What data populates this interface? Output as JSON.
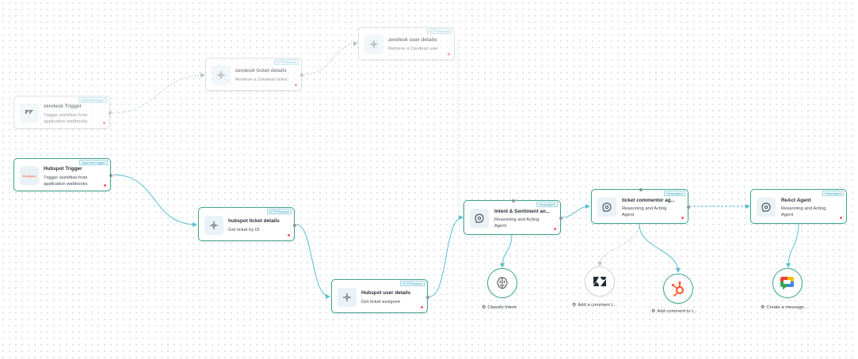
{
  "colors": {
    "active_border": "#3aa68b",
    "edge": "#5bbfcf",
    "error_dot": "#f05a5a",
    "badge": "#2f9fc0"
  },
  "nodes": {
    "zendesk_trigger": {
      "badge": "AppEventTrigger",
      "title": "zendesk Trigger",
      "desc": "Trigger workflow from application webhooks",
      "icon": "zendesk-logo-icon",
      "logo_text": "zendesk"
    },
    "hubspot_trigger": {
      "badge": "AppEventTrigger",
      "title": "Hubspot Trigger",
      "desc": "Trigger workflow from application webhooks",
      "icon": "hubspot-logo-icon",
      "logo_text": "HubSpot"
    },
    "zendesk_ticket": {
      "badge": "HTTPRequest",
      "title": "zendesk ticket details",
      "desc": "Retrieve a Zendesk ticket",
      "icon": "http-request-icon"
    },
    "zendesk_user": {
      "badge": "HTTPRequest",
      "title": "zendesk user details",
      "desc": "Retrieve a Zendesk user",
      "icon": "http-request-icon"
    },
    "hubspot_ticket": {
      "badge": "HTTPRequest",
      "title": "hubspot ticket details",
      "desc": "Get ticket by ID",
      "icon": "http-request-icon"
    },
    "hubspot_user": {
      "badge": "HTTPRequest",
      "title": "Hubspot user details",
      "desc": "Get ticket assignee",
      "icon": "http-request-icon"
    },
    "intent_agent": {
      "badge": "ReactAgent",
      "title": "Intent & Sentiment an...",
      "desc": "Reasoning and Acting Agent",
      "icon": "agent-icon"
    },
    "commentor_agent": {
      "badge": "ReactAgent",
      "title": "ticket commentor ag...",
      "desc": "Reasoning and Acting Agent",
      "icon": "agent-icon"
    },
    "react_agent": {
      "badge": "ReactAgent",
      "title": "ReAct Agent",
      "desc": "Reasoning and Acting Agent",
      "icon": "agent-icon"
    }
  },
  "tools": {
    "classify": {
      "label": "Classify Intent",
      "icon": "brain-icon"
    },
    "zendesk_comment": {
      "label": "Add a comment t...",
      "icon": "zendesk-icon"
    },
    "hubspot_comment": {
      "label": "Add comment to t...",
      "icon": "hubspot-icon"
    },
    "chat_message": {
      "label": "Create a message...",
      "icon": "google-chat-icon"
    }
  }
}
